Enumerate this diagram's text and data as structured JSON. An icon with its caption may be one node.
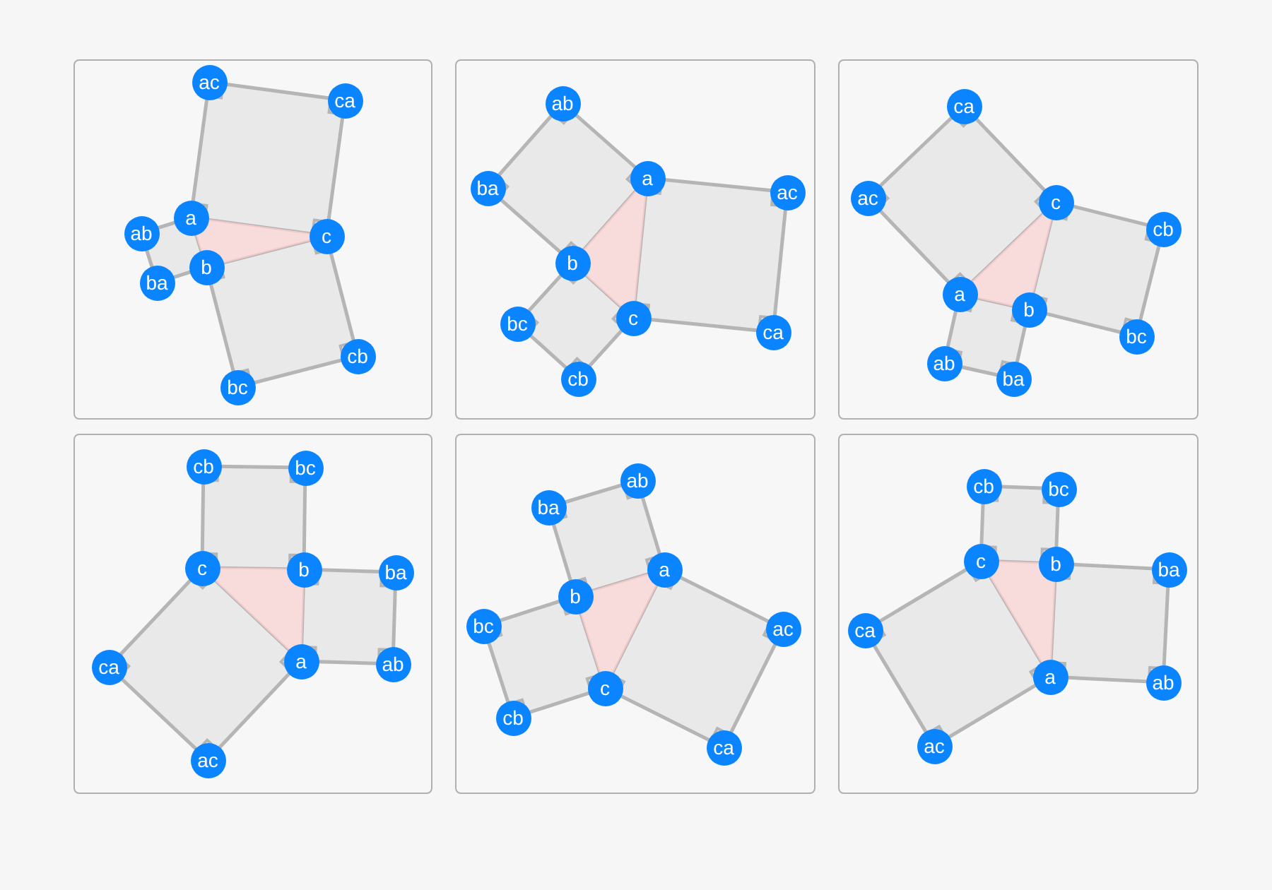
{
  "diagram": {
    "nodes": [
      {
        "text": [],
        "shape": "box"
      },
      {
        "text": [
          "ac"
        ],
        "in": 0
      },
      {
        "text": [
          "ca"
        ],
        "in": 0
      },
      {
        "text": [
          "a"
        ],
        "in": 0
      },
      {
        "text": [
          "c"
        ],
        "in": 0
      },
      {
        "text": [
          "ab"
        ],
        "in": 0
      },
      {
        "text": [
          "b"
        ],
        "in": 0
      },
      {
        "text": [
          "ba"
        ],
        "in": 0
      },
      {
        "text": [
          "cb"
        ],
        "in": 0
      },
      {
        "text": [
          "bc"
        ],
        "in": 0
      },
      {
        "text": [],
        "shape": "box"
      },
      {
        "text": [
          "ab"
        ],
        "in": 10
      },
      {
        "text": [
          "ba"
        ],
        "in": 10
      },
      {
        "text": [
          "a"
        ],
        "in": 10
      },
      {
        "text": [
          "ac"
        ],
        "in": 10
      },
      {
        "text": [
          "b"
        ],
        "in": 10
      },
      {
        "text": [
          "bc"
        ],
        "in": 10
      },
      {
        "text": [
          "c"
        ],
        "in": 10
      },
      {
        "text": [
          "ca"
        ],
        "in": 10
      },
      {
        "text": [
          "cb"
        ],
        "in": 10
      },
      {
        "text": [],
        "shape": "box"
      },
      {
        "text": [
          "ca"
        ],
        "in": 20
      },
      {
        "text": [
          "ac"
        ],
        "in": 20
      },
      {
        "text": [
          "c"
        ],
        "in": 20
      },
      {
        "text": [
          "cb"
        ],
        "in": 20
      },
      {
        "text": [
          "a"
        ],
        "in": 20
      },
      {
        "text": [
          "b"
        ],
        "in": 20
      },
      {
        "text": [
          "ab"
        ],
        "in": 20
      },
      {
        "text": [
          "bc"
        ],
        "in": 20
      },
      {
        "text": [
          "ba"
        ],
        "in": 20
      },
      {
        "text": [],
        "shape": "box"
      },
      {
        "text": [
          "cb"
        ],
        "in": 30
      },
      {
        "text": [
          "bc"
        ],
        "in": 30
      },
      {
        "text": [
          "c"
        ],
        "in": 30
      },
      {
        "text": [
          "b"
        ],
        "in": 30
      },
      {
        "text": [
          "ba"
        ],
        "in": 30
      },
      {
        "text": [
          "a"
        ],
        "in": 30
      },
      {
        "text": [
          "ca"
        ],
        "in": 30
      },
      {
        "text": [
          "ab"
        ],
        "in": 30
      },
      {
        "text": [
          "ac"
        ],
        "in": 30
      },
      {
        "text": [],
        "shape": "box"
      },
      {
        "text": [
          "ab"
        ],
        "in": 40
      },
      {
        "text": [
          "ba"
        ],
        "in": 40
      },
      {
        "text": [
          "a"
        ],
        "in": 40
      },
      {
        "text": [
          "b"
        ],
        "in": 40
      },
      {
        "text": [
          "bc"
        ],
        "in": 40
      },
      {
        "text": [
          "ac"
        ],
        "in": 40
      },
      {
        "text": [
          "c"
        ],
        "in": 40
      },
      {
        "text": [
          "cb"
        ],
        "in": 40
      },
      {
        "text": [
          "ca"
        ],
        "in": 40
      },
      {
        "text": [],
        "shape": "box"
      },
      {
        "text": [
          "cb"
        ],
        "in": 50
      },
      {
        "text": [
          "bc"
        ],
        "in": 50
      },
      {
        "text": [
          "c"
        ],
        "in": 50
      },
      {
        "text": [
          "b"
        ],
        "in": 50
      },
      {
        "text": [
          "ba"
        ],
        "in": 50
      },
      {
        "text": [
          "ca"
        ],
        "in": 50
      },
      {
        "text": [
          "a"
        ],
        "in": 50
      },
      {
        "text": [
          "ab"
        ],
        "in": 50
      },
      {
        "text": [
          "ac"
        ],
        "in": 50
      }
    ]
  }
}
